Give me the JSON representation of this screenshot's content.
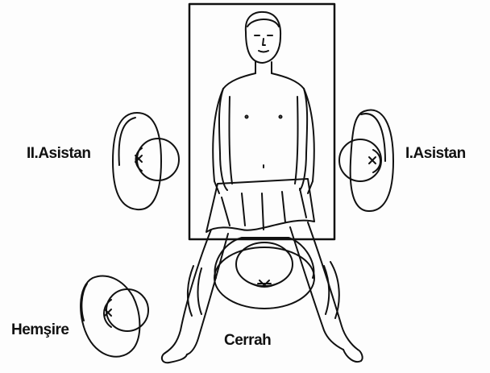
{
  "labels": {
    "second_assistant": "II.Asistan",
    "first_assistant": "I.Asistan",
    "nurse": "Hemşire",
    "surgeon": "Cerrah"
  },
  "figures": {
    "patient": "patient lying supine on operating table, legs apart",
    "table": "operating table",
    "surgeon": "surgeon seen from above, between patient's legs",
    "first_assistant": "assistant seen from above, right side",
    "second_assistant": "assistant seen from above, left side",
    "nurse": "scrub nurse seen from above, lower left"
  },
  "colors": {
    "ink": "#111111",
    "paper": "#fdfdfd"
  }
}
